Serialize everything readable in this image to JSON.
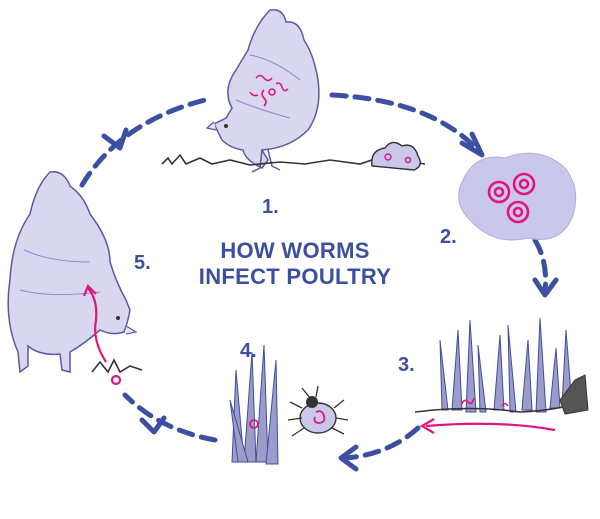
{
  "title": {
    "line1": "HOW WORMS",
    "line2": "INFECT POULTRY"
  },
  "steps": [
    {
      "number": "1."
    },
    {
      "number": "2."
    },
    {
      "number": "3."
    },
    {
      "number": "4."
    },
    {
      "number": "5."
    }
  ],
  "colors": {
    "arrow": "#3d4fa0",
    "hen_fill": "#d9d7f0",
    "hen_outline": "#5a5aa0",
    "worm": "#e0157f",
    "ground": "#333333",
    "droplet_bg": "#c9c7ea"
  },
  "icons": [
    "hen",
    "droppings",
    "egg-cluster",
    "grass",
    "beetle",
    "worm"
  ]
}
